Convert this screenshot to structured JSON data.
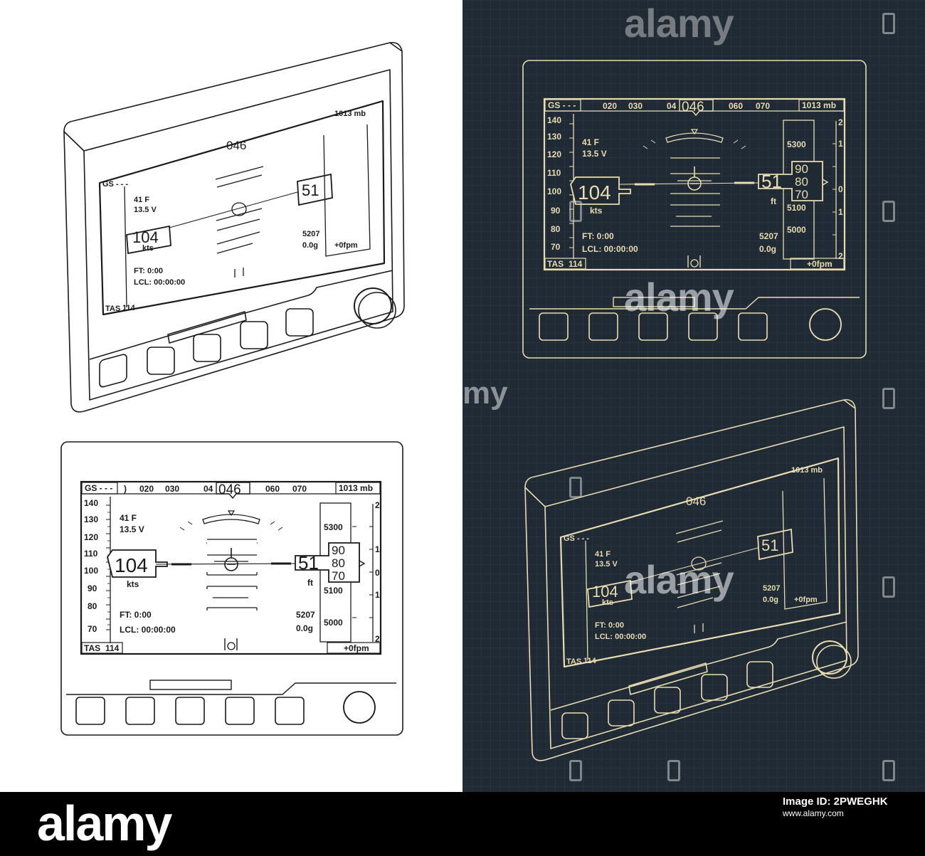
{
  "watermark": {
    "brand": "alamy",
    "partial": "my"
  },
  "footer": {
    "logo": "alamy",
    "image_id_label": "Image ID: 2PWEGHK",
    "url": "www.alamy.com"
  },
  "display": {
    "gs": "GS - - -",
    "heading_ticks": [
      "020",
      "030",
      "04",
      "060",
      "070"
    ],
    "heading": "046",
    "baro": "1013 mb",
    "speed_ticks": [
      "140",
      "130",
      "120",
      "110",
      "100",
      "90",
      "80",
      "70"
    ],
    "airspeed": "104",
    "speed_unit": "kts",
    "tas_label": "TAS",
    "tas_value": "114",
    "temp": "41  F",
    "voltage": "13.5 V",
    "flight_time": "FT:   0:00",
    "local_time": "LCL:  00:00:00",
    "alt_ticks": [
      "5300",
      "5100",
      "5000"
    ],
    "alt_main": "51",
    "alt_rolling": [
      "90",
      "80",
      "70"
    ],
    "alt_unit": "ft",
    "vs_ticks": [
      "2",
      "1",
      "0",
      "1",
      "2"
    ],
    "density_alt": "5207",
    "g_load": "0.0g",
    "vsi": "+0fpm"
  },
  "colors": {
    "light_ink": "#1a1a1a",
    "dark_bg": "#1f2a35",
    "dark_ink": "#e8dcb0"
  }
}
